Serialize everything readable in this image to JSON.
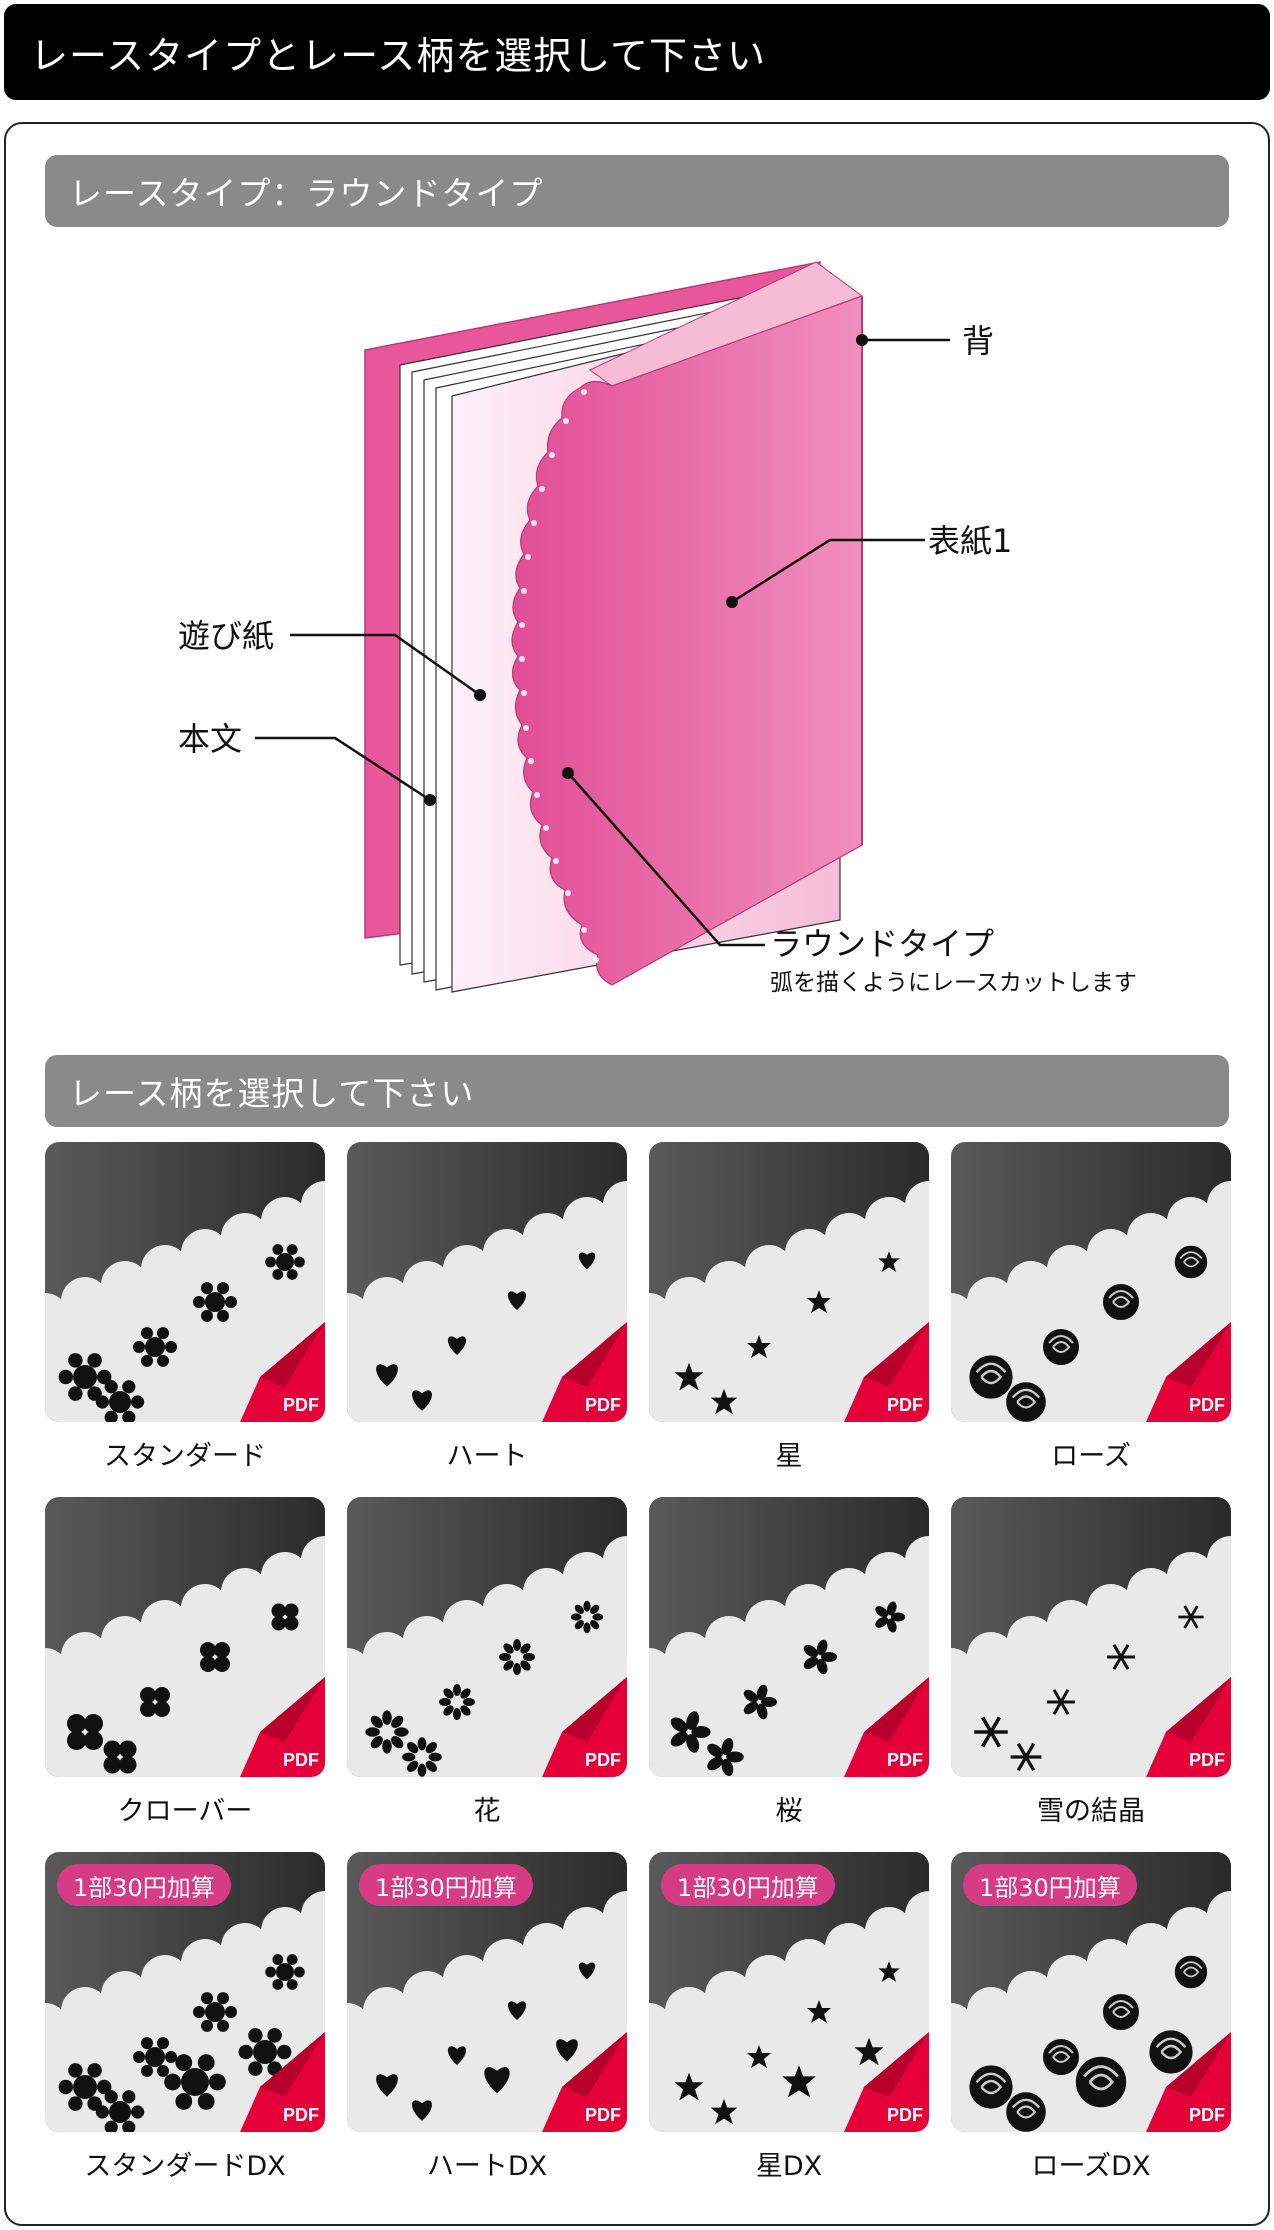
{
  "header": {
    "title": "レースタイプとレース柄を選択して下さい"
  },
  "type_section": {
    "title": "レースタイプ：ラウンドタイプ"
  },
  "diagram": {
    "label_spine": "背",
    "label_cover": "表紙1",
    "label_endpaper": "遊び紙",
    "label_body": "本文",
    "label_type": "ラウンドタイプ",
    "label_type_desc": "弧を描くようにレースカットします"
  },
  "pattern_section": {
    "title": "レース柄を選択して下さい"
  },
  "pdf_label": "PDF",
  "badge_label": "1部30円加算",
  "patterns": [
    {
      "name": "スタンダード",
      "motif": "lace-flower"
    },
    {
      "name": "ハート",
      "motif": "heart"
    },
    {
      "name": "星",
      "motif": "star"
    },
    {
      "name": "ローズ",
      "motif": "rose"
    },
    {
      "name": "クローバー",
      "motif": "clover"
    },
    {
      "name": "花",
      "motif": "flower"
    },
    {
      "name": "桜",
      "motif": "sakura"
    },
    {
      "name": "雪の結晶",
      "motif": "snowflake"
    },
    {
      "name": "スタンダードDX",
      "motif": "lace-flower"
    },
    {
      "name": "ハートDX",
      "motif": "heart"
    },
    {
      "name": "星DX",
      "motif": "star"
    },
    {
      "name": "ローズDX",
      "motif": "rose"
    }
  ],
  "colors": {
    "accent_pink": "#e8579c",
    "badge_pink": "#d63c84",
    "pdf_red": "#e6003a",
    "bar_gray": "#8a8a8a"
  }
}
